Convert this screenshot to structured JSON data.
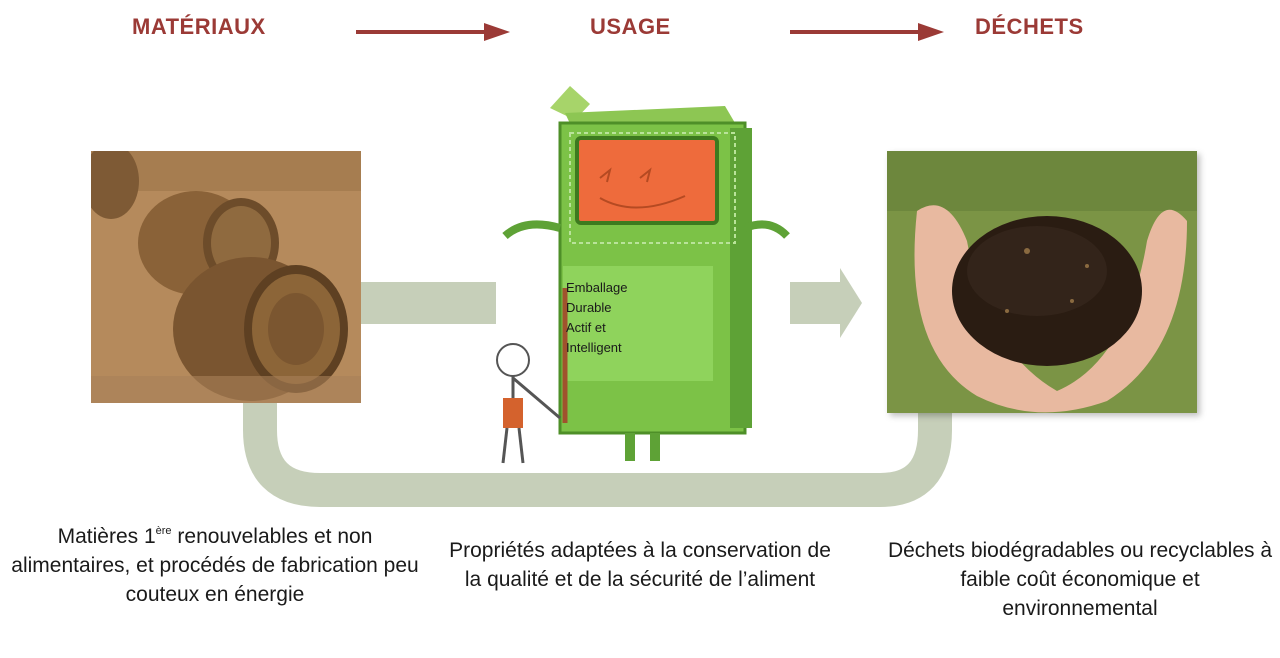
{
  "headers": {
    "materials": "MATÉRIAUX",
    "usage": "USAGE",
    "waste": "DÉCHETS"
  },
  "packaging_label": {
    "line1": "Emballage",
    "line2": "Durable",
    "line3": "Actif et",
    "line4": "Intelligent"
  },
  "captions": {
    "materials_pre": "Matières 1",
    "materials_sup": "ère",
    "materials_post": " renouvelables et non alimentaires, et procédés de fabrication peu couteux en énergie",
    "usage": "Propriétés adaptées à la conservation de la qualité et de la sécurité de l’aliment",
    "waste": "Déchets biodégradables ou recyclables à faible coût économique et environnemental"
  },
  "colors": {
    "header_text": "#9b3a36",
    "arrow": "#9b3a36",
    "loop": "#c4cdb7",
    "package_green": "#79c043",
    "screen_orange": "#ee6b3c"
  },
  "icons": {
    "materials_image": "hay-bales-photo",
    "usage_image": "packaging-mascot-illustration",
    "waste_image": "compost-in-hands-photo"
  }
}
